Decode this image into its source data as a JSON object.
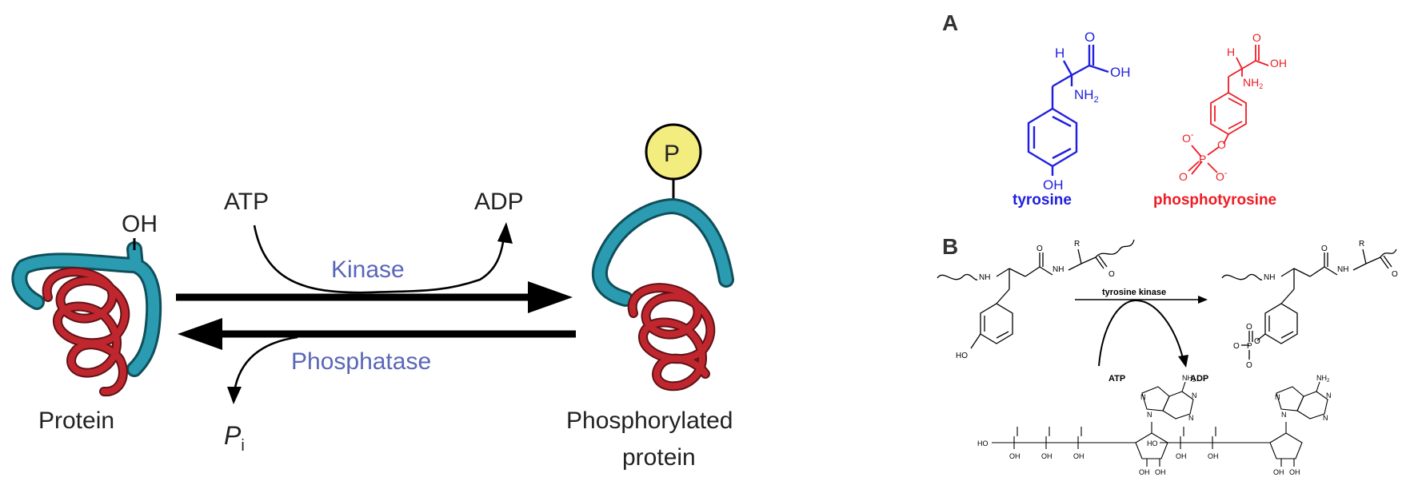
{
  "left_panel": {
    "oh": "OH",
    "atp": "ATP",
    "adp": "ADP",
    "kinase": "Kinase",
    "phosphatase": "Phosphatase",
    "protein": "Protein",
    "pi_main": "P",
    "pi_sub": "i",
    "phosphorylated_line1": "Phosphorylated",
    "phosphorylated_line2": "protein",
    "p_badge": "P"
  },
  "panel_a": {
    "letter": "A",
    "tyrosine": "tyrosine",
    "phosphotyrosine": "phosphotyrosine",
    "h": "H",
    "oh_acid": "OH",
    "o": "O",
    "nh2": "NH",
    "nh2_sub": "2",
    "oh_ring": "OH",
    "p_atom": "P",
    "o_minus": "O",
    "minus": "-"
  },
  "panel_b": {
    "letter": "B",
    "tyrosine_kinase": "tyrosine kinase",
    "atp": "ATP",
    "adp": "ADP",
    "r": "R",
    "nh": "NH",
    "h_atom": "H",
    "o": "O",
    "ho": "HO",
    "oh": "OH",
    "p": "P",
    "n": "N",
    "nh2": "NH",
    "nh2_sub": "2"
  },
  "colors": {
    "blue": "#1f1fe0",
    "red": "#ee1c24",
    "teal": "#2a9bb0",
    "protein_red": "#c0262e",
    "p_yellow": "#f3ec7e",
    "label_blue": "#5a66b8"
  }
}
